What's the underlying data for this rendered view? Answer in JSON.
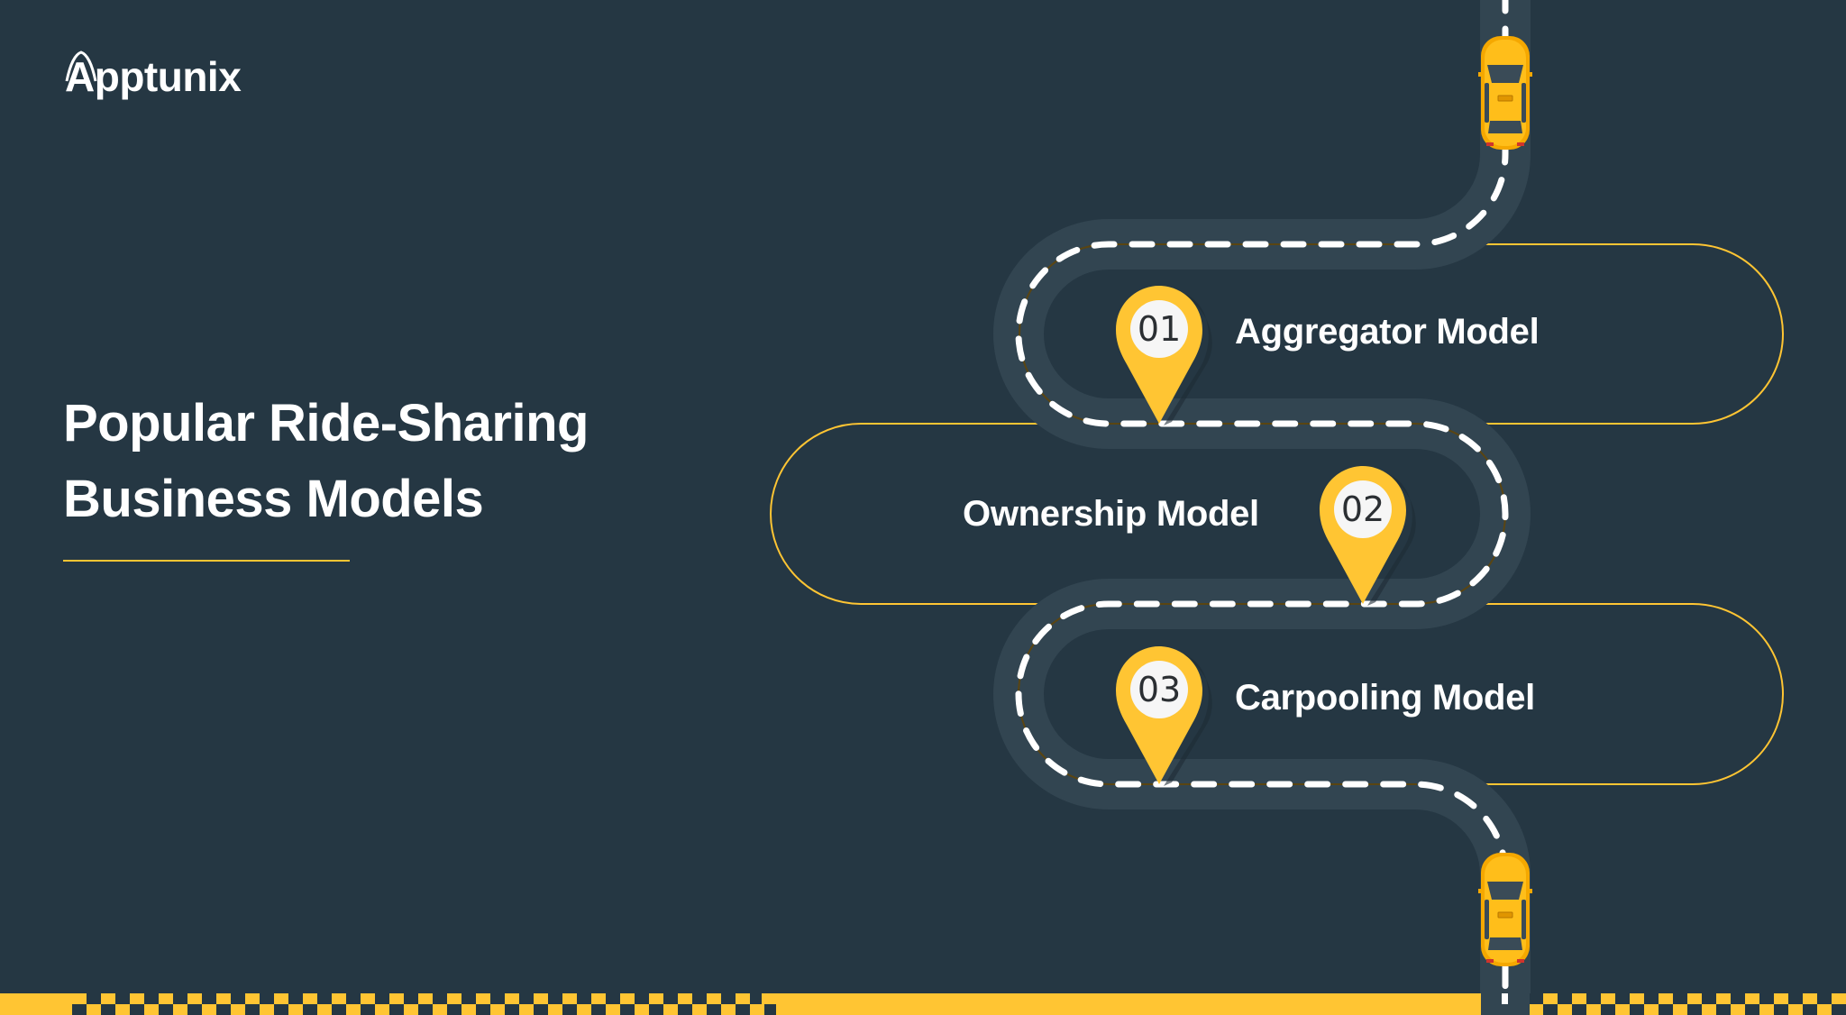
{
  "brand": {
    "logo_text": "Apptunix"
  },
  "headline": {
    "line1": "Popular Ride-Sharing",
    "line2": "Business Models"
  },
  "models": [
    {
      "number": "01",
      "label": "Aggregator Model"
    },
    {
      "number": "02",
      "label": "Ownership Model"
    },
    {
      "number": "03",
      "label": "Carpooling Model"
    }
  ],
  "icons": {
    "pin": "map-pin-icon",
    "taxi": "taxi-icon"
  },
  "colors": {
    "background": "#253743",
    "road": "#324551",
    "accent_yellow": "#FFC533",
    "lane_white": "#FFFFFF",
    "text_white": "#FFFFFF"
  }
}
